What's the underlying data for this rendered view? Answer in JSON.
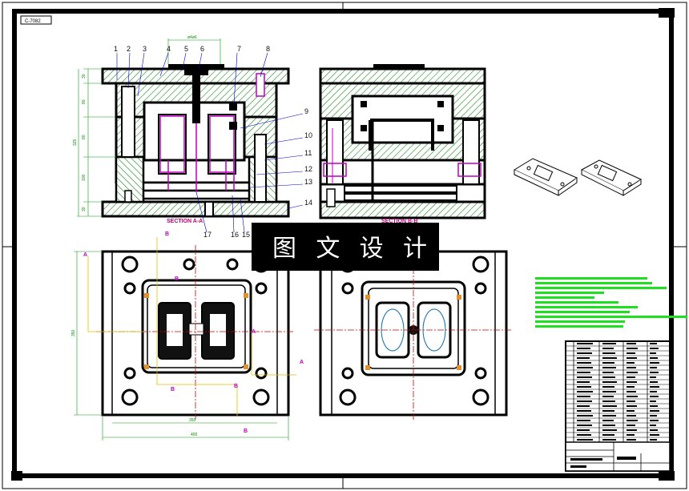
{
  "drawing": {
    "title_block_code": "C-7082",
    "watermark_text": "图 文 设 计",
    "part_numbers": [
      "1",
      "2",
      "3",
      "4",
      "5",
      "6",
      "7",
      "8",
      "9",
      "10",
      "11",
      "12",
      "13",
      "14",
      "15",
      "16",
      "17"
    ],
    "section_front": "SECTION A-A",
    "section_side": "SECTION B-B",
    "dimensions": {
      "top_width": "ø4ø6",
      "height_total": "325",
      "h1": "30",
      "h2": "80",
      "h3": "80",
      "h4": "100",
      "h5": "30",
      "plan_height": "350",
      "plan_inner_width": "350",
      "plan_width": "400"
    },
    "view_labels": {
      "a": "A",
      "b": "B"
    },
    "colors": {
      "outline": "#000000",
      "hatch": "#1a8a1a",
      "dimension": "#0a9a0a",
      "centerline": "#d00000",
      "accent": "#c000c0",
      "watermark_bg": "#000000",
      "notes": "#1ee01e"
    }
  }
}
